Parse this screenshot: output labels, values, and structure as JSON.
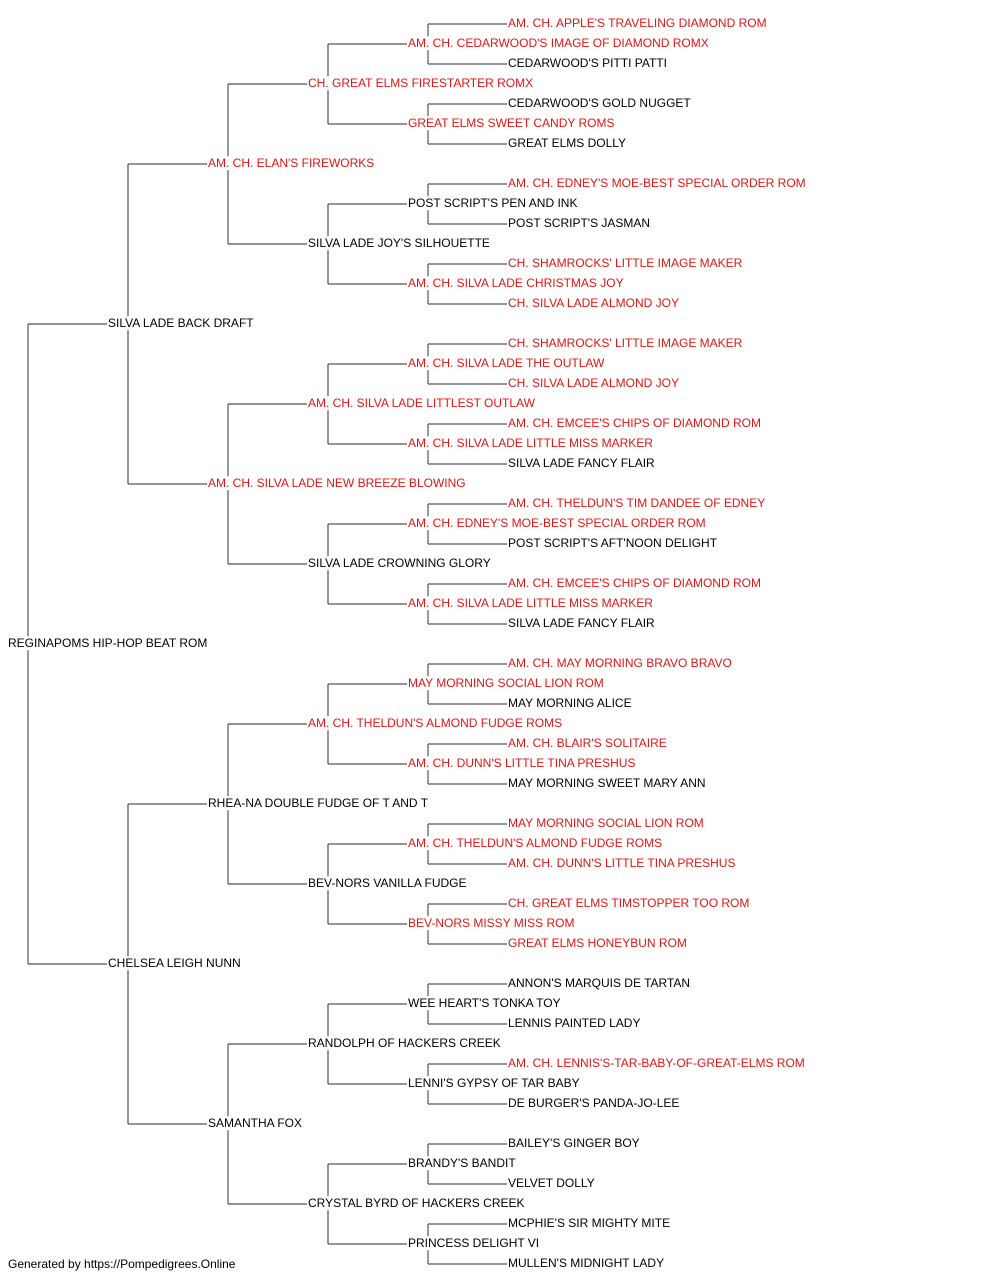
{
  "colors": {
    "champion": "#e31414",
    "regular": "#000000",
    "line": "#555555"
  },
  "footer": "Generated by https://Pompedigrees.Online",
  "pedigree": {
    "name": "REGINAPOMS HIP-HOP BEAT ROM",
    "champion": false,
    "sire": {
      "name": "SILVA LADE BACK DRAFT",
      "champion": false,
      "sire": {
        "name": "AM. CH. ELAN'S FIREWORKS",
        "champion": true,
        "sire": {
          "name": "CH. GREAT ELMS FIRESTARTER ROMX",
          "champion": true,
          "sire": {
            "name": "AM. CH. CEDARWOOD'S IMAGE OF DIAMOND ROMX",
            "champion": true,
            "sire": {
              "name": "AM. CH. APPLE'S TRAVELING DIAMOND ROM",
              "champion": true
            },
            "dam": {
              "name": "CEDARWOOD'S PITTI PATTI",
              "champion": false
            }
          },
          "dam": {
            "name": "GREAT ELMS SWEET CANDY ROMS",
            "champion": true,
            "sire": {
              "name": "CEDARWOOD'S GOLD NUGGET",
              "champion": false
            },
            "dam": {
              "name": "GREAT ELMS DOLLY",
              "champion": false
            }
          }
        },
        "dam": {
          "name": "SILVA LADE JOY'S SILHOUETTE",
          "champion": false,
          "sire": {
            "name": "POST SCRIPT'S PEN AND INK",
            "champion": false,
            "sire": {
              "name": "AM. CH. EDNEY'S MOE-BEST SPECIAL ORDER ROM",
              "champion": true
            },
            "dam": {
              "name": "POST SCRIPT'S JASMAN",
              "champion": false
            }
          },
          "dam": {
            "name": "AM. CH. SILVA LADE CHRISTMAS JOY",
            "champion": true,
            "sire": {
              "name": "CH. SHAMROCKS' LITTLE IMAGE MAKER",
              "champion": true
            },
            "dam": {
              "name": "CH. SILVA LADE ALMOND JOY",
              "champion": true
            }
          }
        }
      },
      "dam": {
        "name": "AM. CH. SILVA LADE NEW BREEZE BLOWING",
        "champion": true,
        "sire": {
          "name": "AM. CH. SILVA LADE LITTLEST OUTLAW",
          "champion": true,
          "sire": {
            "name": "AM. CH. SILVA LADE THE OUTLAW",
            "champion": true,
            "sire": {
              "name": "CH. SHAMROCKS' LITTLE IMAGE MAKER",
              "champion": true
            },
            "dam": {
              "name": "CH. SILVA LADE ALMOND JOY",
              "champion": true
            }
          },
          "dam": {
            "name": "AM. CH. SILVA LADE LITTLE MISS MARKER",
            "champion": true,
            "sire": {
              "name": "AM. CH. EMCEE'S CHIPS OF DIAMOND ROM",
              "champion": true
            },
            "dam": {
              "name": "SILVA LADE FANCY FLAIR",
              "champion": false
            }
          }
        },
        "dam": {
          "name": "SILVA LADE CROWNING GLORY",
          "champion": false,
          "sire": {
            "name": "AM. CH. EDNEY'S MOE-BEST SPECIAL ORDER ROM",
            "champion": true,
            "sire": {
              "name": "AM. CH. THELDUN'S TIM DANDEE OF EDNEY",
              "champion": true
            },
            "dam": {
              "name": "POST SCRIPT'S AFT'NOON DELIGHT",
              "champion": false
            }
          },
          "dam": {
            "name": "AM. CH. SILVA LADE LITTLE MISS MARKER",
            "champion": true,
            "sire": {
              "name": "AM. CH. EMCEE'S CHIPS OF DIAMOND ROM",
              "champion": true
            },
            "dam": {
              "name": "SILVA LADE FANCY FLAIR",
              "champion": false
            }
          }
        }
      }
    },
    "dam": {
      "name": "CHELSEA LEIGH NUNN",
      "champion": false,
      "sire": {
        "name": "RHEA-NA DOUBLE FUDGE OF T AND T",
        "champion": false,
        "sire": {
          "name": "AM. CH. THELDUN'S ALMOND FUDGE ROMS",
          "champion": true,
          "sire": {
            "name": "MAY MORNING SOCIAL LION ROM",
            "champion": true,
            "sire": {
              "name": "AM. CH. MAY MORNING BRAVO BRAVO",
              "champion": true
            },
            "dam": {
              "name": "MAY MORNING ALICE",
              "champion": false
            }
          },
          "dam": {
            "name": "AM. CH. DUNN'S LITTLE TINA PRESHUS",
            "champion": true,
            "sire": {
              "name": "AM. CH. BLAIR'S SOLITAIRE",
              "champion": true
            },
            "dam": {
              "name": "MAY MORNING SWEET MARY ANN",
              "champion": false
            }
          }
        },
        "dam": {
          "name": "BEV-NORS VANILLA FUDGE",
          "champion": false,
          "sire": {
            "name": "AM. CH. THELDUN'S ALMOND FUDGE ROMS",
            "champion": true,
            "sire": {
              "name": "MAY MORNING SOCIAL LION ROM",
              "champion": true
            },
            "dam": {
              "name": "AM. CH. DUNN'S LITTLE TINA PRESHUS",
              "champion": true
            }
          },
          "dam": {
            "name": "BEV-NORS MISSY MISS ROM",
            "champion": true,
            "sire": {
              "name": "CH. GREAT ELMS TIMSTOPPER TOO ROM",
              "champion": true
            },
            "dam": {
              "name": "GREAT ELMS HONEYBUN ROM",
              "champion": true
            }
          }
        }
      },
      "dam": {
        "name": "SAMANTHA FOX",
        "champion": false,
        "sire": {
          "name": "RANDOLPH OF HACKERS CREEK",
          "champion": false,
          "sire": {
            "name": "WEE HEART'S TONKA TOY",
            "champion": false,
            "sire": {
              "name": "ANNON'S MARQUIS DE TARTAN",
              "champion": false
            },
            "dam": {
              "name": "LENNIS PAINTED LADY",
              "champion": false
            }
          },
          "dam": {
            "name": "LENNI'S GYPSY OF TAR BABY",
            "champion": false,
            "sire": {
              "name": "AM. CH. LENNIS'S-TAR-BABY-OF-GREAT-ELMS ROM",
              "champion": true
            },
            "dam": {
              "name": "DE BURGER'S PANDA-JO-LEE",
              "champion": false
            }
          }
        },
        "dam": {
          "name": "CRYSTAL BYRD OF HACKERS CREEK",
          "champion": false,
          "sire": {
            "name": "BRANDY'S BANDIT",
            "champion": false,
            "sire": {
              "name": "BAILEY'S GINGER BOY",
              "champion": false
            },
            "dam": {
              "name": "VELVET DOLLY",
              "champion": false
            }
          },
          "dam": {
            "name": "PRINCESS DELIGHT VI",
            "champion": false,
            "sire": {
              "name": "MCPHIE'S SIR MIGHTY MITE",
              "champion": false
            },
            "dam": {
              "name": "MULLEN'S MIDNIGHT LADY",
              "champion": false
            }
          }
        }
      }
    }
  }
}
